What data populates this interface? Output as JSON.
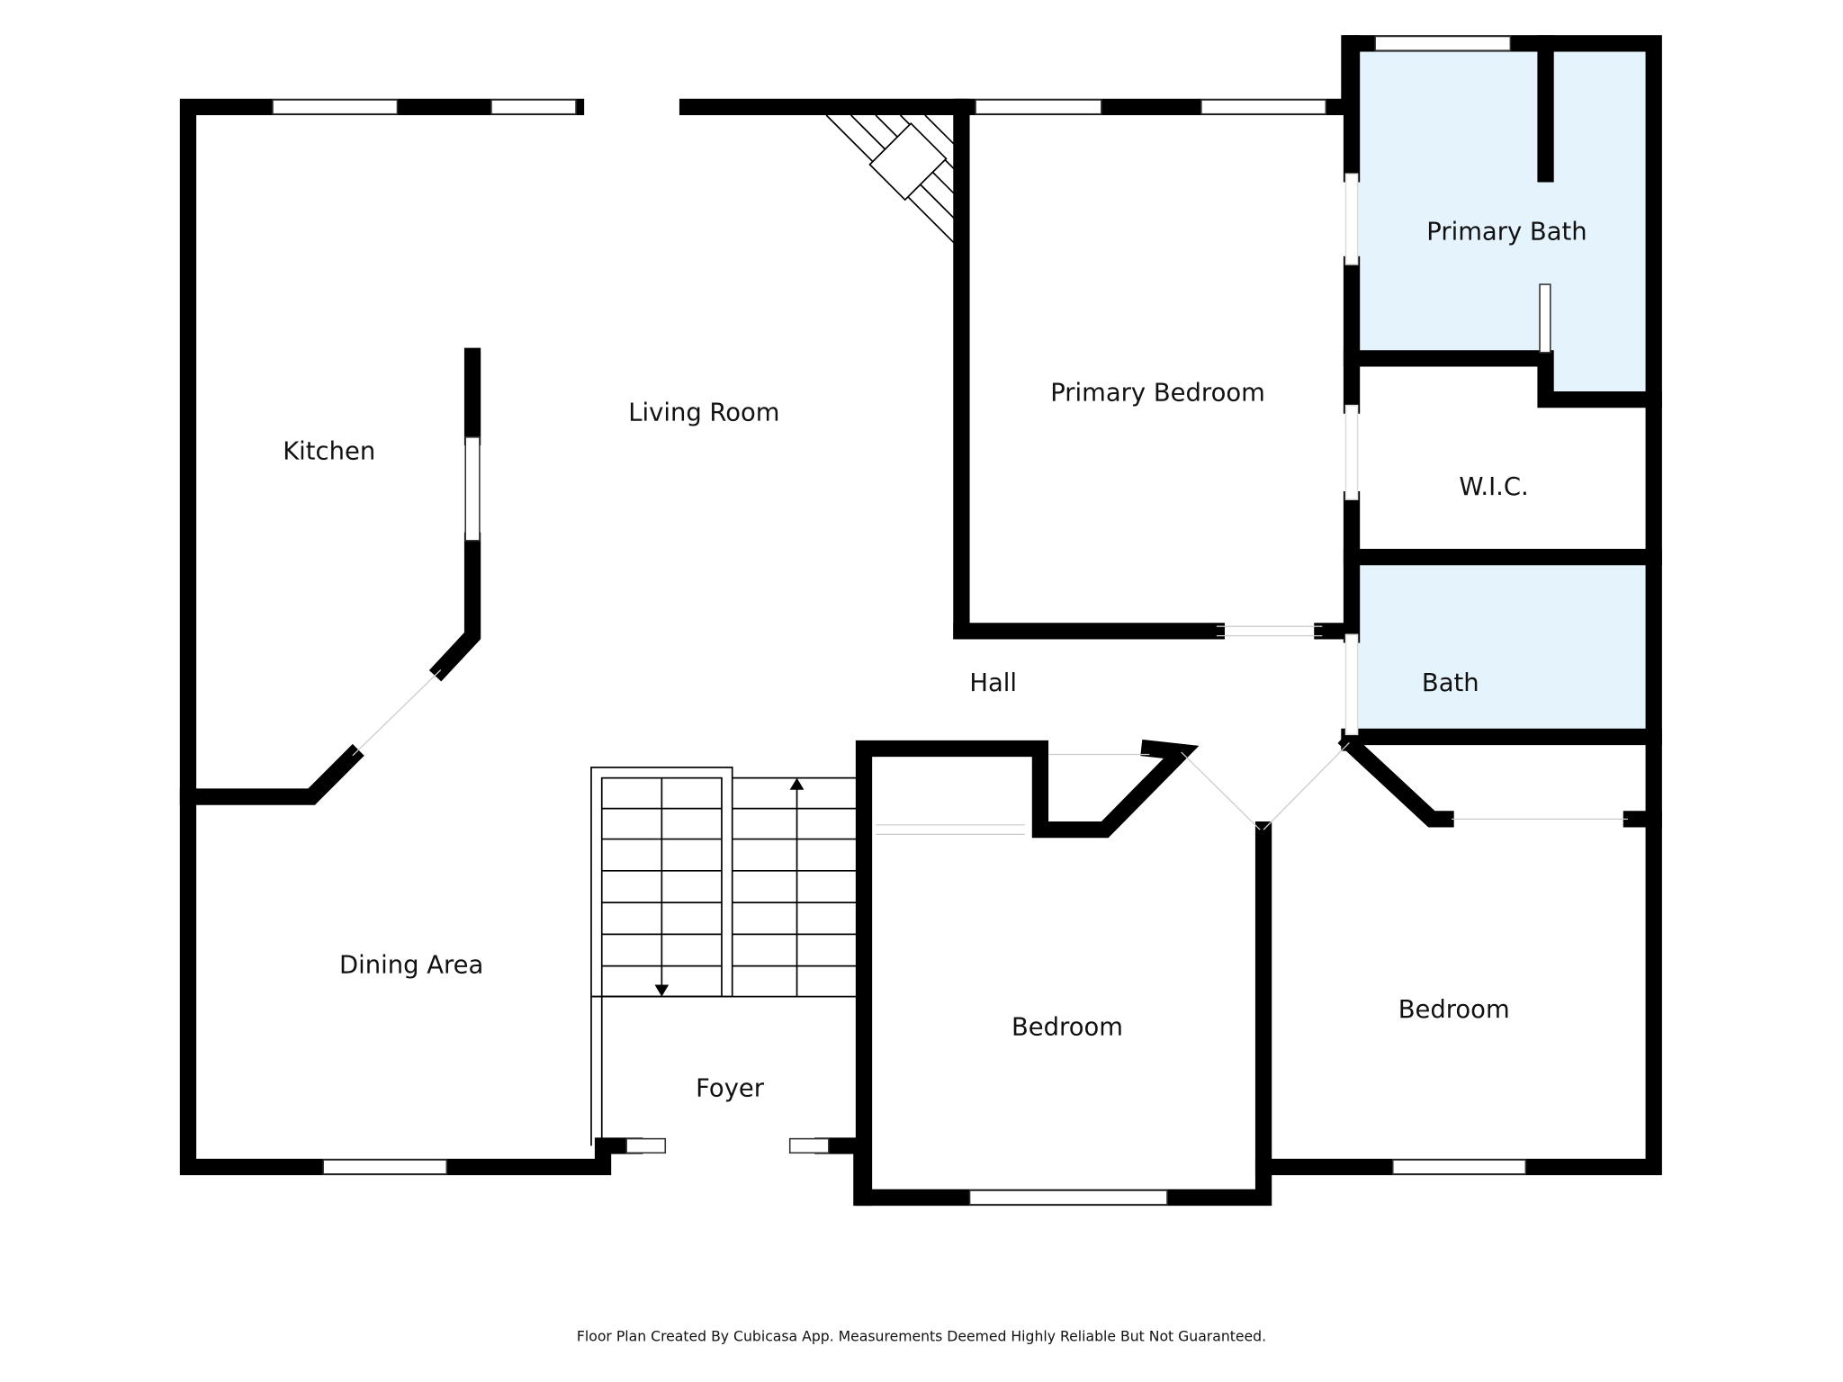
{
  "rooms": {
    "living_room": "Living Room",
    "kitchen": "Kitchen",
    "dining_area": "Dining Area",
    "foyer": "Foyer",
    "hall": "Hall",
    "primary_bedroom": "Primary Bedroom",
    "primary_bath": "Primary Bath",
    "wic": "W.I.C.",
    "bath": "Bath",
    "bedroom_1": "Bedroom",
    "bedroom_2": "Bedroom"
  },
  "colors": {
    "bath_fill": "#e5f3fd",
    "wall": "#000000"
  },
  "footer": "Floor Plan Created By Cubicasa App. Measurements Deemed Highly Reliable But Not Guaranteed."
}
